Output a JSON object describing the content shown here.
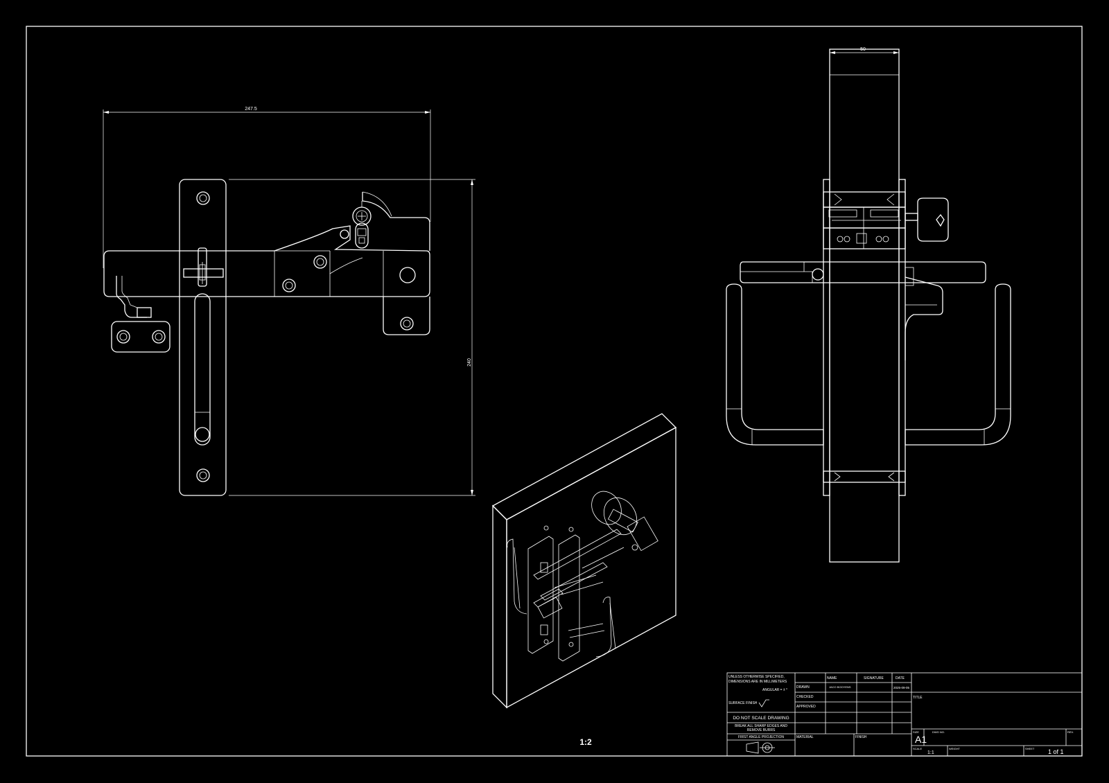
{
  "dimensions": {
    "width": "247.5",
    "height": "240",
    "thickness": "50"
  },
  "view_scale": "1:2",
  "title_block": {
    "notes": {
      "unless_line1": "UNLESS OTHERWISE SPECIFIED,",
      "unless_line2": "DIMENSIONS ARE IN MILLIMETERS",
      "angular": "ANGULAR = ± °",
      "surface_finish": "SURFACE FINISH",
      "do_not_scale": "DO NOT SCALE DRAWING",
      "break_line1": "BREAK ALL SHARP EDGES AND",
      "break_line2": "REMOVE BURRS",
      "projection": "FIRST ANGLE PROJECTION"
    },
    "headers": {
      "name": "NAME",
      "signature": "SIGNATURE",
      "date": "DATE"
    },
    "rows": {
      "drawn": "DRAWN",
      "drawn_name": "JACO BOOYENS",
      "drawn_date": "2025-09-05",
      "checked": "CHECKED",
      "approved": "APPROVED"
    },
    "material": "MATERIAL",
    "finish": "FINISH",
    "title_label": "TITLE",
    "size_label": "SIZE",
    "size": "A1",
    "dwg_no_label": "DWG NO.",
    "rev_label": "REV.",
    "scale_label": "SCALE",
    "scale": "1:1",
    "weight_label": "WEIGHT",
    "sheet_label": "SHEET",
    "sheet": "1 of 1"
  }
}
